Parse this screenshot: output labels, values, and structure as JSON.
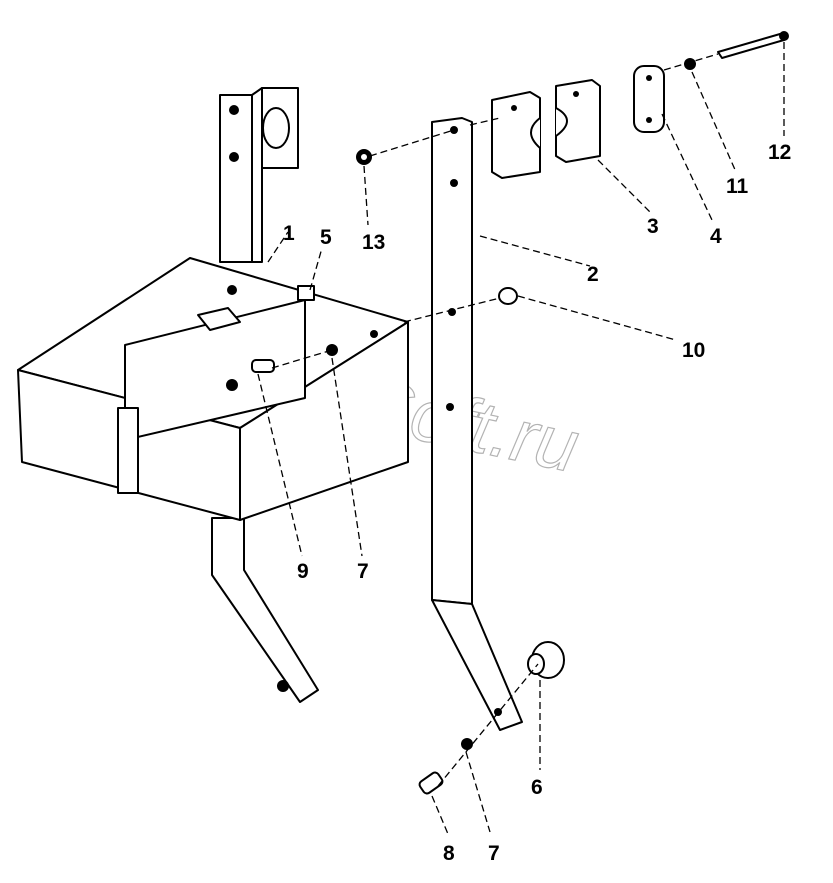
{
  "watermark": "AutoSoft.ru",
  "callouts": {
    "c1": "1",
    "c2": "2",
    "c3": "3",
    "c4": "4",
    "c5": "5",
    "c6": "6",
    "c7a": "7",
    "c7b": "7",
    "c8": "8",
    "c9": "9",
    "c10": "10",
    "c11": "11",
    "c12": "12",
    "c13": "13"
  }
}
